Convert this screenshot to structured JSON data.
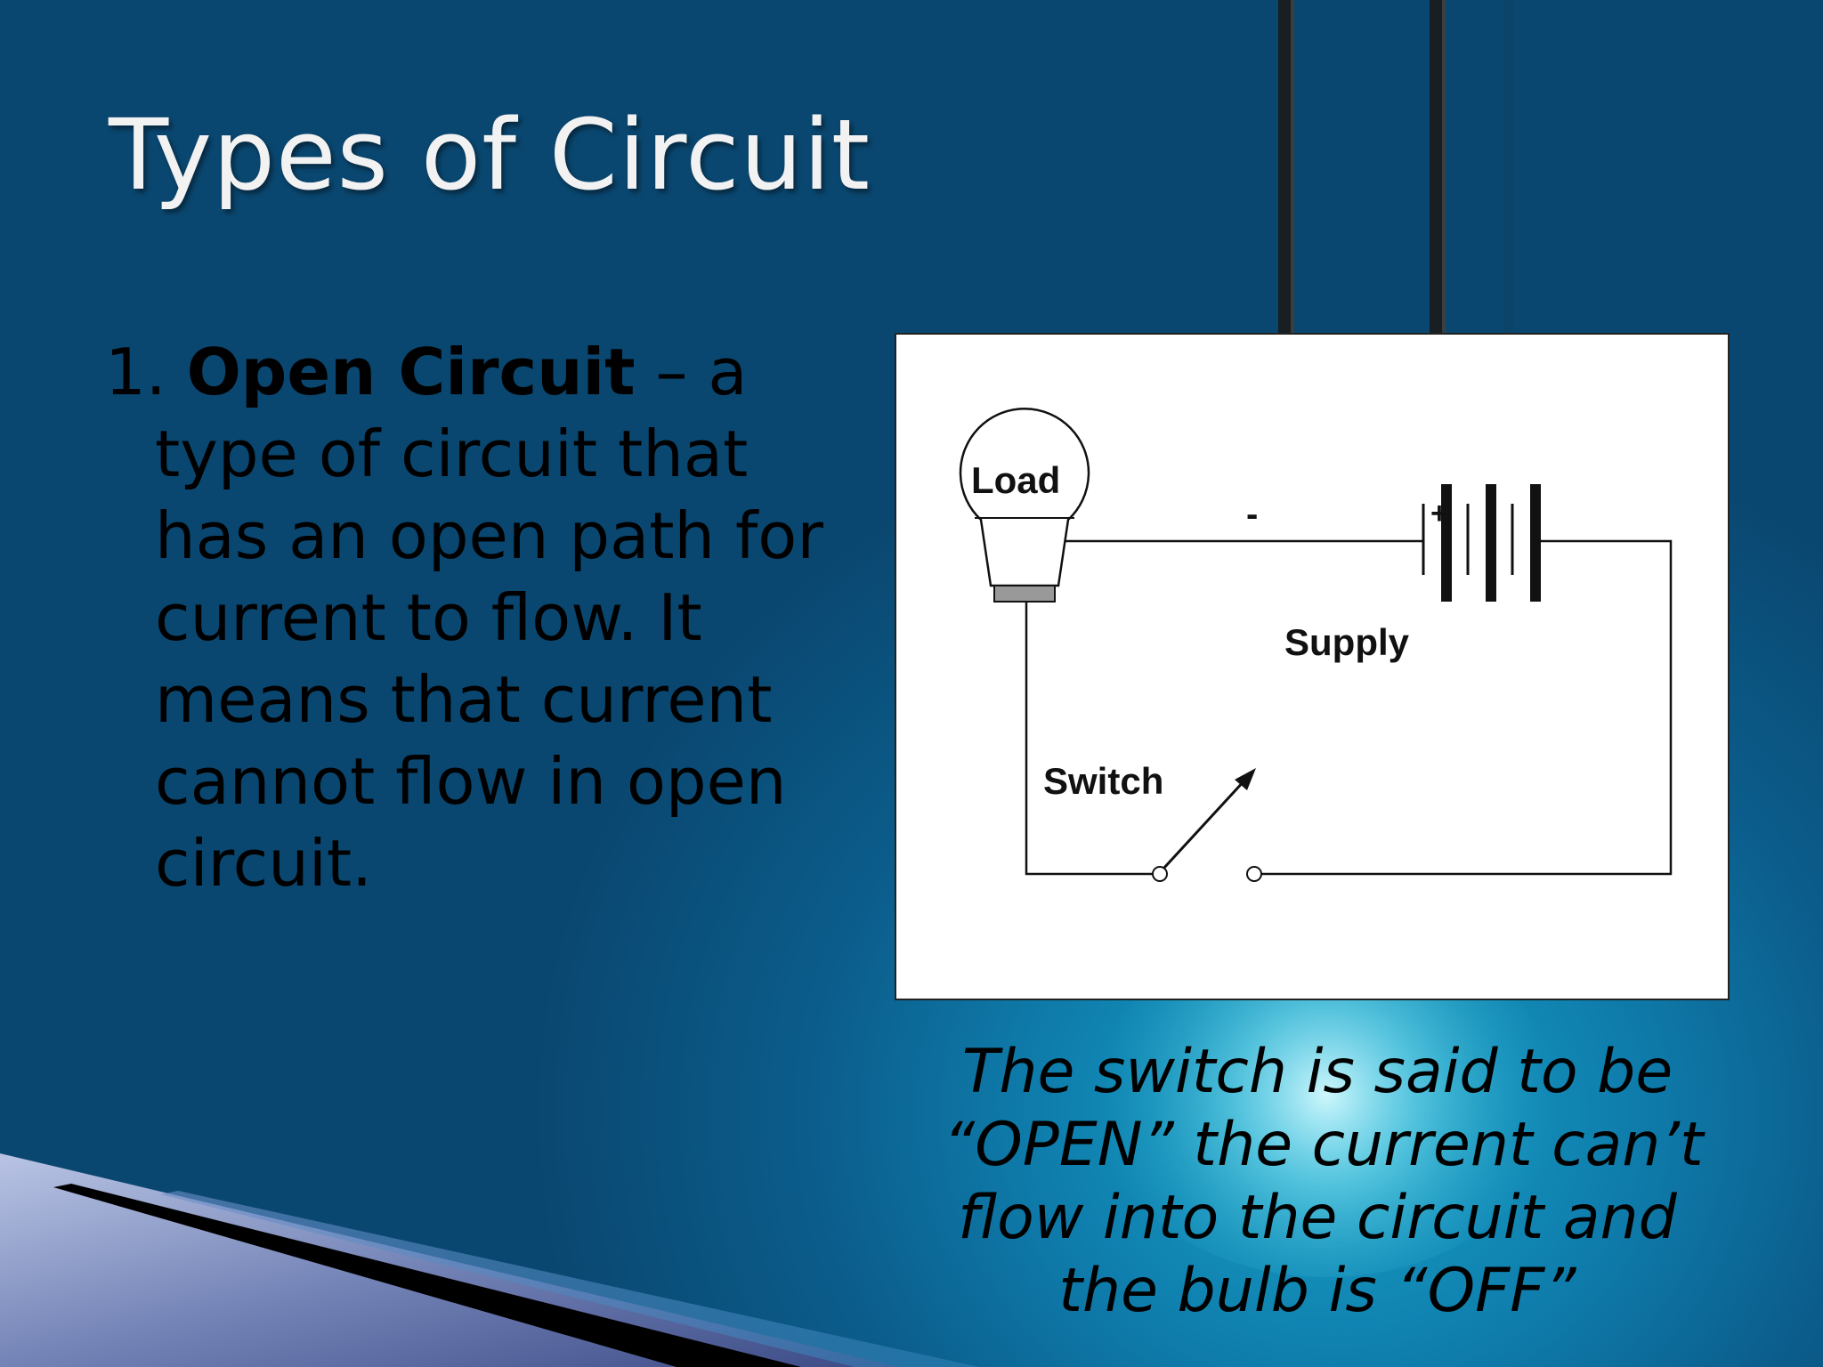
{
  "slide": {
    "title": "Types of Circuit",
    "body": {
      "number": "1. ",
      "term": "Open Circuit",
      "first_rest": " – a",
      "lines": [
        "type of circuit that",
        "has an open path for",
        "current to flow. It",
        "means that current",
        "cannot flow in open",
        "circuit."
      ]
    },
    "diagram": {
      "load_label": "Load",
      "supply_label": "Supply",
      "switch_label": "Switch",
      "minus_sign": "-",
      "plus_sign": "+",
      "switch_state": "open"
    },
    "caption": {
      "lines": [
        "The switch is said to be",
        "“OPEN” the current can’t",
        "flow into the circuit and",
        "the bulb is “OFF”"
      ]
    }
  },
  "colors": {
    "background_dark": "#0a4770",
    "background_mid": "#0f7fae",
    "glow": "#1aa3c8",
    "title_text": "#f2f2f2",
    "body_text": "#000000",
    "diagram_bg": "#ffffff"
  }
}
